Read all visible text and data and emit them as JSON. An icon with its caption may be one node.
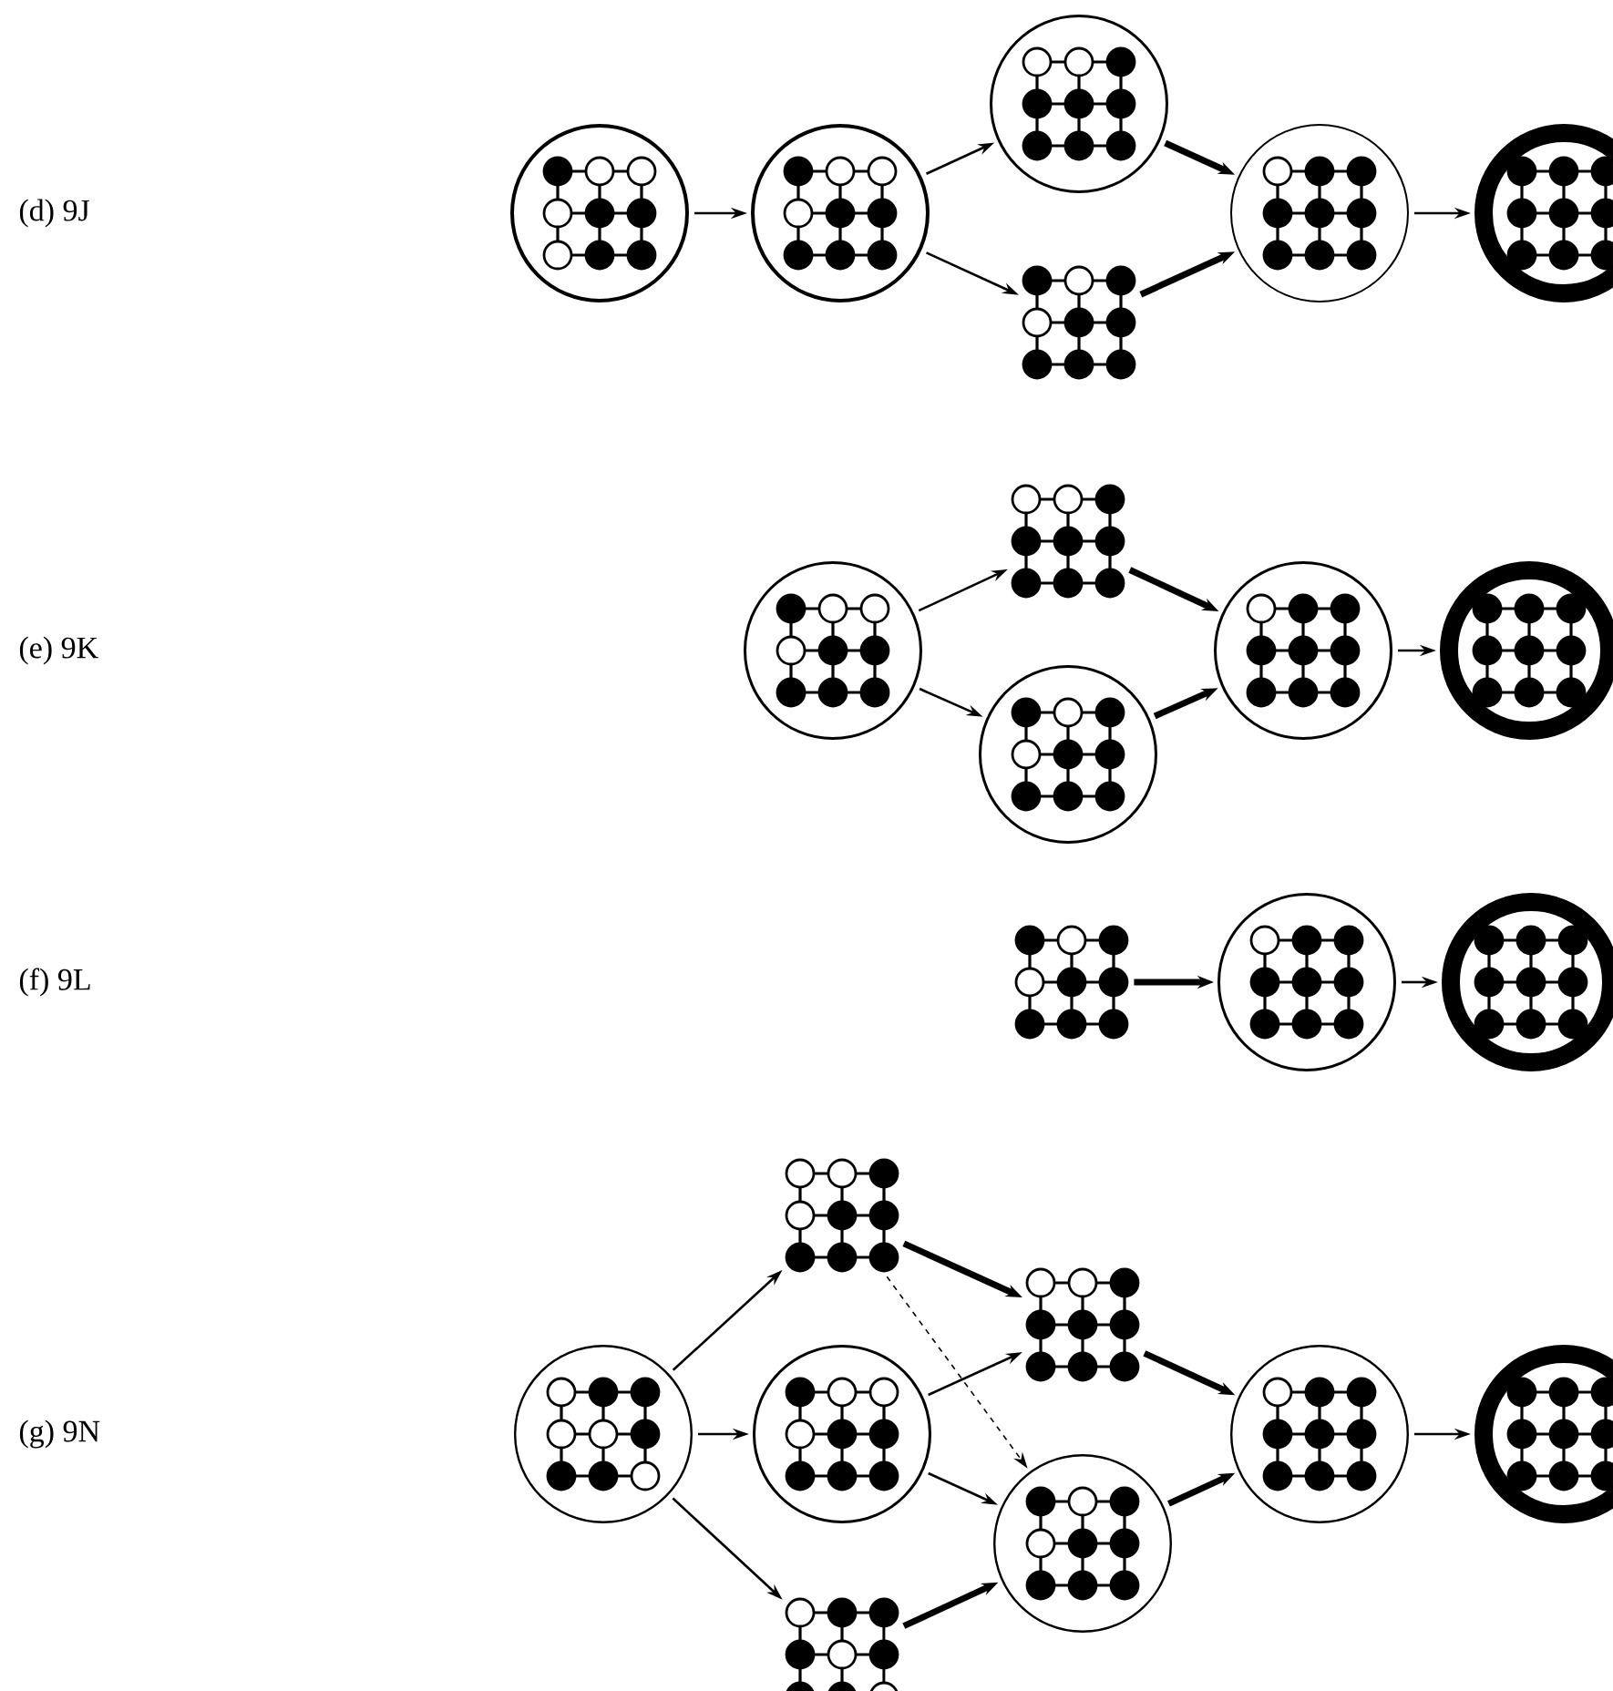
{
  "diagram": {
    "nodes": [
      {
        "text": [],
        "shape": "circle"
      },
      {
        "text": [],
        "shape": "circle"
      },
      {
        "text": [],
        "shape": "circle"
      },
      {
        "text": [],
        "shape": "picture"
      },
      {
        "text": [],
        "shape": "circle"
      },
      {
        "text": [],
        "shape": "circle"
      },
      {
        "text": [],
        "shape": "circle"
      },
      {
        "text": [],
        "shape": "picture"
      },
      {
        "text": [],
        "shape": "circle"
      },
      {
        "text": [],
        "shape": "circle"
      },
      {
        "text": [],
        "shape": "circle"
      },
      {
        "text": [],
        "shape": "picture"
      },
      {
        "text": [],
        "shape": "circle"
      },
      {
        "text": [],
        "shape": "circle"
      },
      {
        "text": [],
        "shape": "circle"
      },
      {
        "text": [],
        "shape": "picture"
      },
      {
        "text": [],
        "shape": "circle"
      },
      {
        "text": [],
        "shape": "picture"
      },
      {
        "text": [],
        "shape": "picture"
      },
      {
        "text": [],
        "shape": "circle"
      },
      {
        "text": [],
        "shape": "circle"
      },
      {
        "text": [],
        "shape": "circle"
      }
    ],
    "edges": [
      {
        "from": 0,
        "to": 1,
        "arrow": "to"
      },
      {
        "from": 1,
        "to": 2,
        "arrow": "to"
      },
      {
        "from": 1,
        "to": 3,
        "arrow": "to"
      },
      {
        "from": 2,
        "to": 4,
        "arrow": "to",
        "style": "thick"
      },
      {
        "from": 3,
        "to": 4,
        "arrow": "to",
        "style": "thick"
      },
      {
        "from": 4,
        "to": 5,
        "arrow": "to"
      },
      {
        "from": 6,
        "to": 7,
        "arrow": "to"
      },
      {
        "from": 6,
        "to": 8,
        "arrow": "to"
      },
      {
        "from": 7,
        "to": 9,
        "arrow": "to",
        "style": "thick"
      },
      {
        "from": 8,
        "to": 9,
        "arrow": "to",
        "style": "thick"
      },
      {
        "from": 9,
        "to": 10,
        "arrow": "to"
      },
      {
        "from": 11,
        "to": 12,
        "arrow": "to",
        "style": "thick"
      },
      {
        "from": 12,
        "to": 13,
        "arrow": "to"
      },
      {
        "from": 14,
        "to": 15,
        "arrow": "to"
      },
      {
        "from": 14,
        "to": 16,
        "arrow": "to"
      },
      {
        "from": 14,
        "to": 17,
        "arrow": "to"
      },
      {
        "from": 15,
        "to": 18,
        "arrow": "to",
        "style": "thick"
      },
      {
        "from": 15,
        "to": 19,
        "arrow": "to",
        "style": "dashed"
      },
      {
        "from": 16,
        "to": 18,
        "arrow": "to"
      },
      {
        "from": 16,
        "to": 19,
        "arrow": "to"
      },
      {
        "from": 17,
        "to": 19,
        "arrow": "to",
        "style": "thick"
      },
      {
        "from": 18,
        "to": 20,
        "arrow": "to",
        "style": "thick"
      },
      {
        "from": 19,
        "to": 20,
        "arrow": "to",
        "style": "thick"
      },
      {
        "from": 20,
        "to": 21,
        "arrow": "to"
      }
    ],
    "labels": [
      "(d) 9J",
      "(e) 9K",
      "(f) 9L",
      "(g) 9N"
    ]
  }
}
